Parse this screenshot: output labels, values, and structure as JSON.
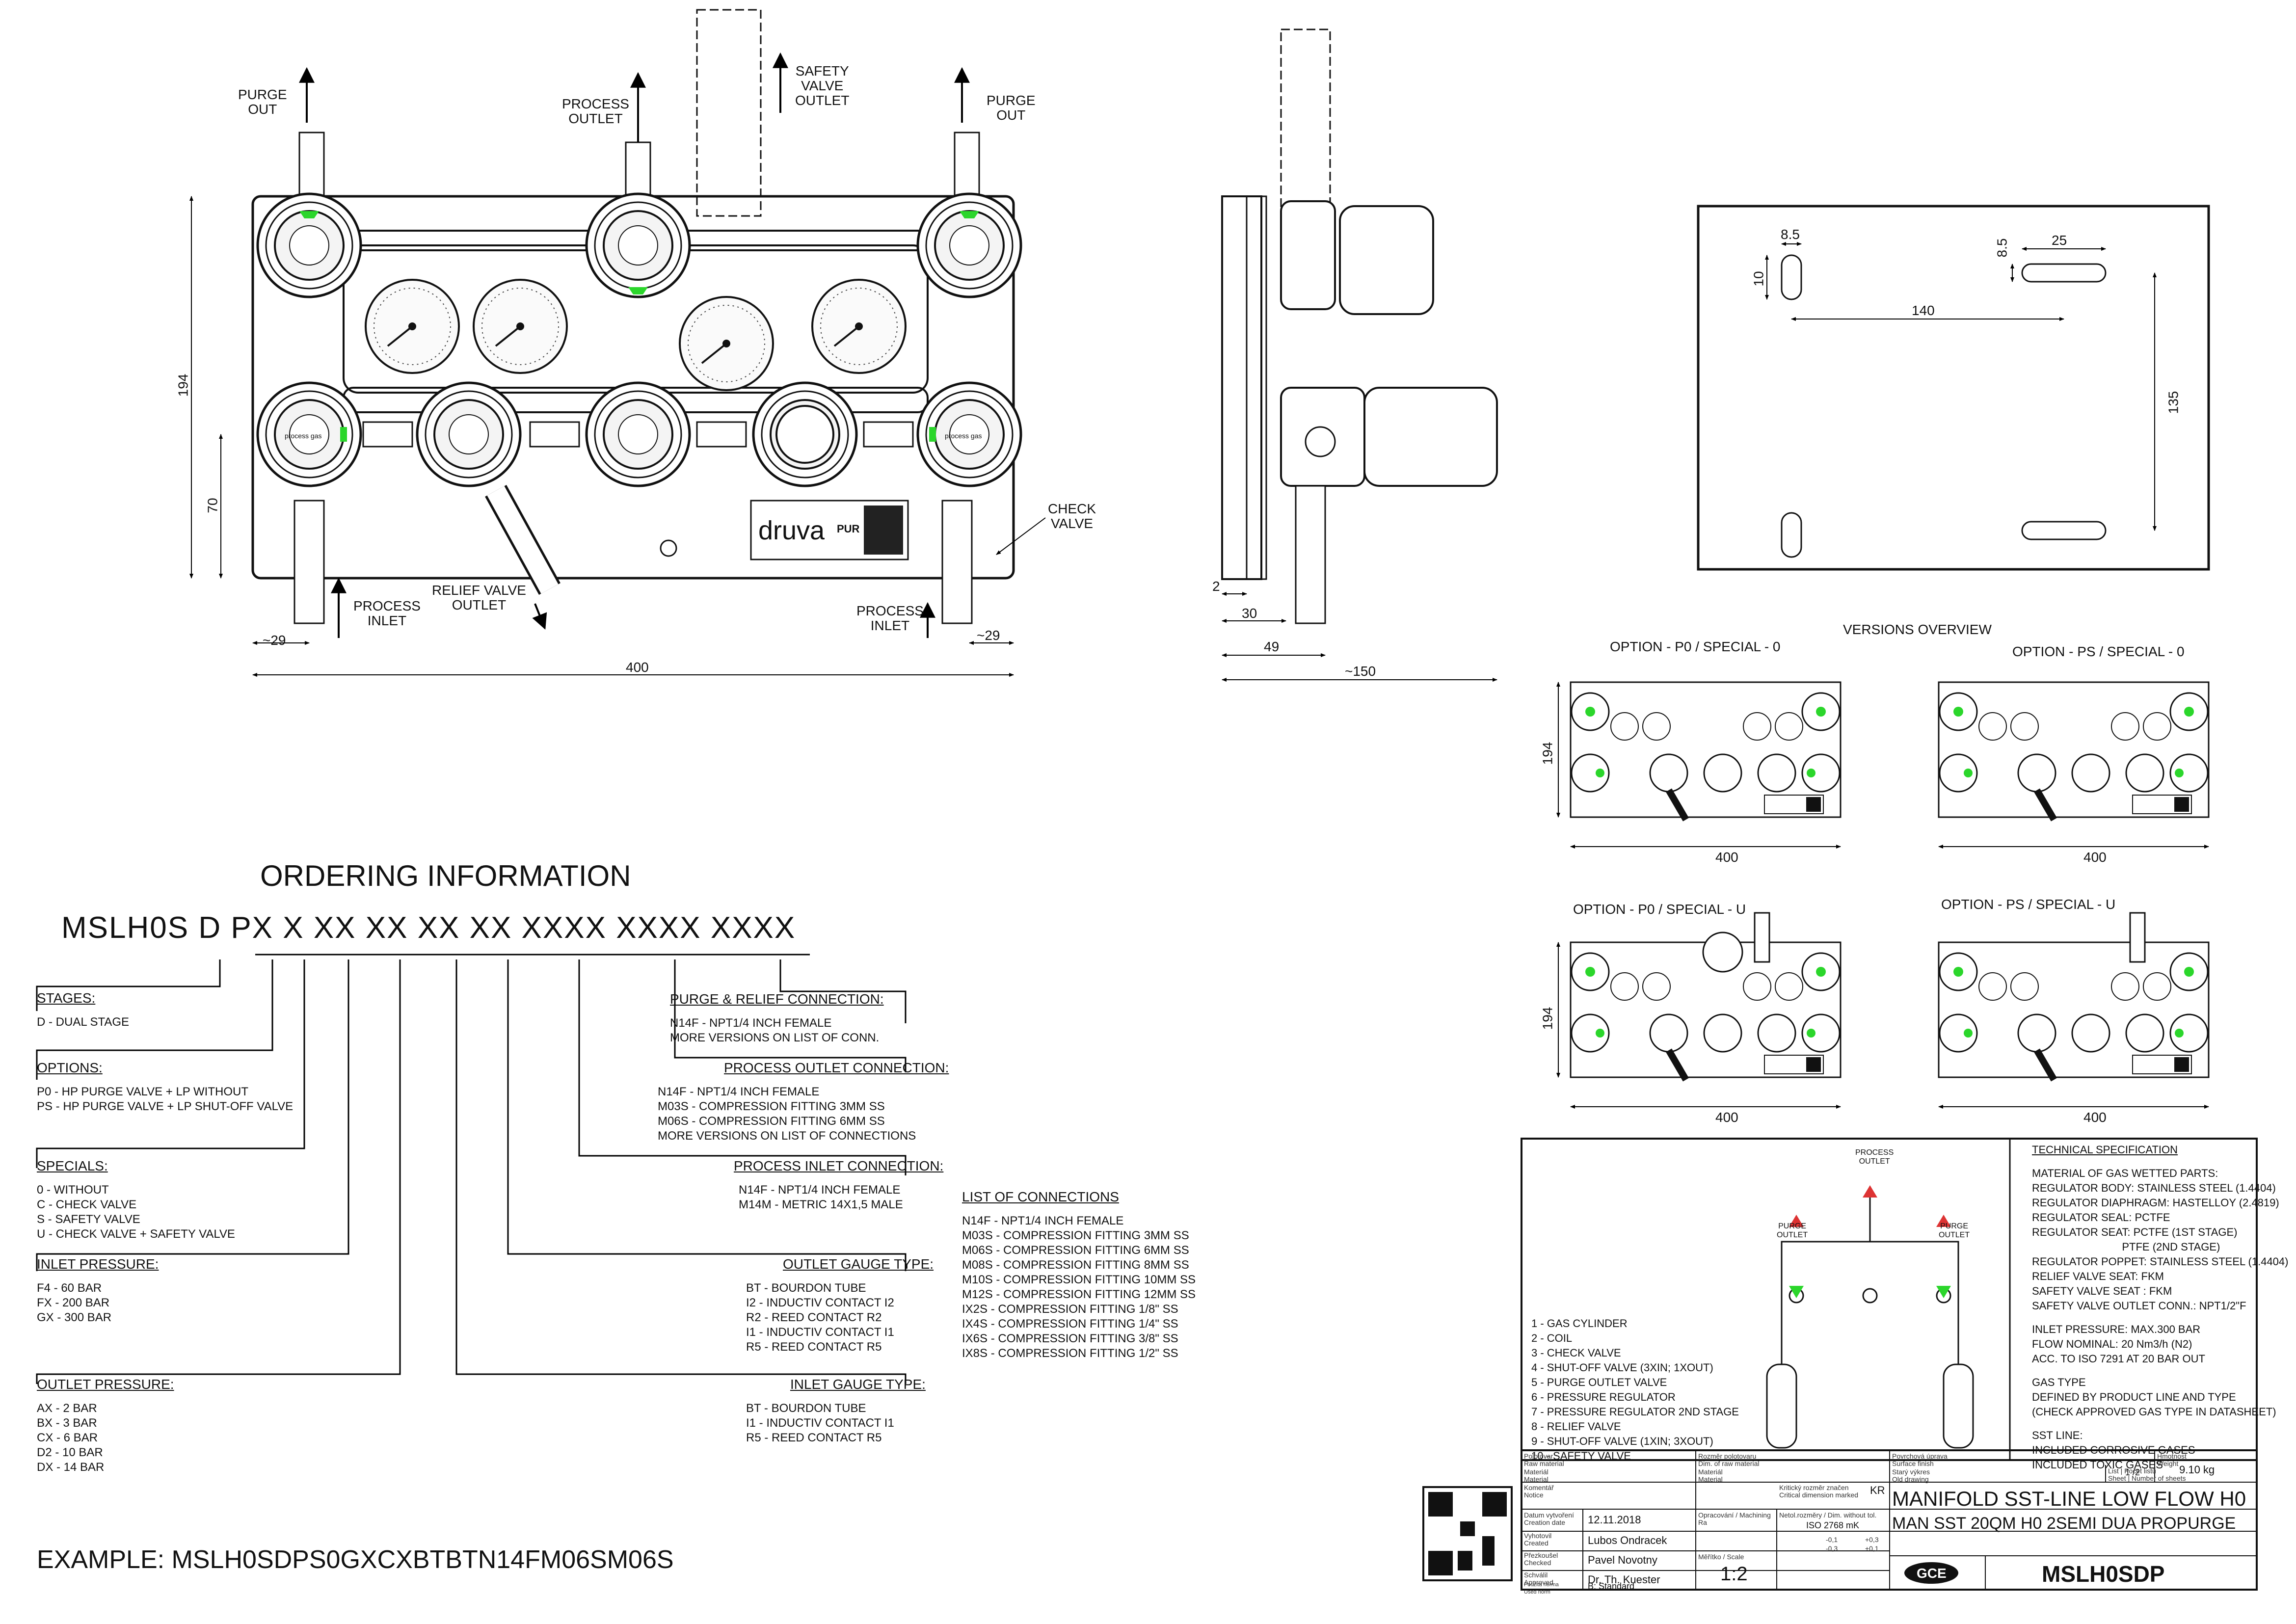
{
  "front_view": {
    "purge_out_left": "PURGE\nOUT",
    "process_outlet": "PROCESS\nOUTLET",
    "safety_valve_outlet": "SAFETY\nVALVE\nOUTLET",
    "purge_out_right": "PURGE\nOUT",
    "check_valve": "CHECK\nVALVE",
    "process_inlet_left": "PROCESS\nINLET",
    "relief_valve_outlet": "RELIEF VALVE\nOUTLET",
    "process_inlet_right": "PROCESS\nINLET",
    "dim_height": "194",
    "dim_70": "70",
    "dim_29_left": "~29",
    "dim_29_right": "~29",
    "dim_width": "400",
    "panel_text": "process gas",
    "brand": "druva",
    "brand_pur": "PUR"
  },
  "side_view": {
    "dim_2": "2",
    "dim_30": "30",
    "dim_49": "49",
    "dim_150": "~150"
  },
  "rear_view": {
    "dim_8_5_a": "8.5",
    "dim_10": "10",
    "dim_8_5_b": "8.5",
    "dim_25": "25",
    "dim_140": "140",
    "dim_135": "135"
  },
  "versions": {
    "title": "VERSIONS OVERVIEW",
    "items": [
      {
        "label": "OPTION - P0 / SPECIAL - 0",
        "h": "194",
        "w": "400"
      },
      {
        "label": "OPTION - PS / SPECIAL - 0",
        "w": "400"
      },
      {
        "label": "OPTION - P0 / SPECIAL - U",
        "h": "194",
        "w": "400"
      },
      {
        "label": "OPTION - PS / SPECIAL - U",
        "w": "400"
      }
    ]
  },
  "ordering": {
    "title": "ORDERING INFORMATION",
    "code": "MSLH0S D PX X XX XX XX XX XXXX XXXX XXXX",
    "stages": {
      "head": "STAGES:",
      "lines": [
        "D - DUAL STAGE"
      ]
    },
    "options": {
      "head": "OPTIONS:",
      "lines": [
        "P0 - HP PURGE VALVE + LP WITHOUT",
        "PS - HP PURGE VALVE + LP SHUT-OFF VALVE"
      ]
    },
    "specials": {
      "head": "SPECIALS:",
      "lines": [
        "0 - WITHOUT",
        "C - CHECK VALVE",
        "S - SAFETY VALVE",
        "U - CHECK VALVE + SAFETY VALVE"
      ]
    },
    "inlet_pressure": {
      "head": "INLET PRESSURE:",
      "lines": [
        "F4 - 60 BAR",
        "FX - 200 BAR",
        "GX - 300 BAR"
      ]
    },
    "outlet_pressure": {
      "head": "OUTLET PRESSURE:",
      "lines": [
        "AX - 2 BAR",
        "BX - 3 BAR",
        "CX - 6 BAR",
        "D2 - 10 BAR",
        "DX - 14 BAR"
      ]
    },
    "purge_relief": {
      "head": "PURGE & RELIEF CONNECTION:",
      "lines": [
        "N14F - NPT1/4 INCH FEMALE",
        "MORE VERSIONS ON LIST OF CONN."
      ]
    },
    "process_outlet_conn": {
      "head": "PROCESS OUTLET CONNECTION:",
      "lines": [
        "N14F - NPT1/4 INCH FEMALE",
        "M03S - COMPRESSION FITTING 3MM SS",
        "M06S - COMPRESSION FITTING 6MM SS",
        "MORE VERSIONS ON LIST OF CONNECTIONS"
      ]
    },
    "process_inlet_conn": {
      "head": "PROCESS INLET CONNECTION:",
      "lines": [
        "N14F - NPT1/4 INCH FEMALE",
        "M14M - METRIC 14X1,5 MALE"
      ]
    },
    "outlet_gauge": {
      "head": "OUTLET GAUGE TYPE:",
      "lines": [
        "BT - BOURDON TUBE",
        "I2 - INDUCTIV CONTACT I2",
        "R2 - REED CONTACT R2",
        "I1 - INDUCTIV CONTACT I1",
        "R5 - REED CONTACT R5"
      ]
    },
    "inlet_gauge": {
      "head": "INLET GAUGE TYPE:",
      "lines": [
        "BT - BOURDON TUBE",
        "I1 - INDUCTIV CONTACT I1",
        "R5 - REED CONTACT R5"
      ]
    },
    "connections": {
      "head": "LIST OF CONNECTIONS",
      "lines": [
        "N14F - NPT1/4 INCH FEMALE",
        "M03S - COMPRESSION FITTING 3MM SS",
        "M06S - COMPRESSION FITTING 6MM SS",
        "M08S - COMPRESSION FITTING 8MM SS",
        "M10S - COMPRESSION FITTING 10MM SS",
        "M12S - COMPRESSION FITTING 12MM SS",
        "IX2S - COMPRESSION FITTING 1/8\" SS",
        "IX4S - COMPRESSION FITTING 1/4\" SS",
        "IX6S - COMPRESSION FITTING 3/8\" SS",
        "IX8S - COMPRESSION FITTING 1/2\" SS"
      ]
    },
    "example": "EXAMPLE: MSLH0SDPS0GXCXBTBTN14FM06SM06S"
  },
  "schematic": {
    "legend": [
      "1 - GAS CYLINDER",
      "2 - COIL",
      "3 - CHECK VALVE",
      "4 - SHUT-OFF VALVE (3XIN; 1XOUT)",
      "5 - PURGE OUTLET VALVE",
      "6 - PRESSURE REGULATOR",
      "7 - PRESSURE REGULATOR 2ND STAGE",
      "8 - RELIEF VALVE",
      "9 - SHUT-OFF VALVE (1XIN; 3XOUT)",
      "10 - SAFETY VALVE"
    ],
    "purge_outlet_l": "PURGE\nOUTLET",
    "process_outlet": "PROCESS\nOUTLET",
    "purge_outlet_r": "PURGE\nOUTLET"
  },
  "tech_spec": {
    "head": "TECHNICAL SPECIFICATION",
    "lines": [
      "MATERIAL OF GAS WETTED PARTS:",
      "REGULATOR BODY: STAINLESS STEEL (1.4404)",
      "REGULATOR DIAPHRAGM: HASTELLOY (2.4819)",
      "REGULATOR SEAL: PCTFE",
      "REGULATOR SEAT: PCTFE (1ST STAGE)",
      "                              PTFE (2ND STAGE)",
      "REGULATOR POPPET: STAINLESS STEEL (1.4404)",
      "RELIEF VALVE SEAT: FKM",
      "SAFETY VALVE SEAT : FKM",
      "SAFETY VALVE  OUTLET CONN.: NPT1/2\"F",
      "",
      "INLET PRESSURE: MAX.300 BAR",
      "FLOW NOMINAL: 20 Nm3/h (N2)",
      "ACC. TO ISO 7291 AT 20 BAR OUT",
      "",
      "GAS TYPE",
      "DEFINED BY PRODUCT LINE AND TYPE",
      "(CHECK APPROVED GAS TYPE IN DATASHEET)",
      "",
      "SST LINE:",
      "INCLUDED CORROSIVE GASES",
      "INCLUDED TOXIC GASES"
    ]
  },
  "title_block": {
    "polotovar": "Polotovar\nRaw material",
    "rozmer": "Rozměr polotovaru\nDim. of raw material",
    "material": "Materiál\nMaterial",
    "material2": "Materiál\nMaterial",
    "povrch": "Povrchová úprava\nSurface finish",
    "stary": "Starý výkres\nOld drawing",
    "hmotnost": "Hmotnost\nWeight",
    "weight": "9.10 kg",
    "kr": "KR",
    "kriticky": "Kritický rozměr značen\nCritical dimension marked",
    "komentar": "Komentář\nNotice",
    "list": "List | Počet listů\nSheet | Number of sheets",
    "sheet": "1 /2",
    "datum_label": "Datum vytvoření\nCreation date",
    "date": "12.11.2018",
    "opracovani": "Opracování / Machining\nRa",
    "netol": "Netol.rozměry / Dim. without tol.",
    "iso": "ISO 2768 mK",
    "vyhotovil_label": "Vyhotovil\nCreated",
    "created_by": "Lubos Ondracek",
    "prezkousel_label": "Přezkoušel\nChecked",
    "checked_by": "Pavel Novotny",
    "schvalil_label": "Schválil\nApproved",
    "approved_by": "Dr. Th. Kuester",
    "norma_label": "Použitá norma\nUsed norm",
    "norm": "B: Standard",
    "meritko": "Měřítko / Scale",
    "scale": "1:2",
    "tol_a": "-0,1",
    "tol_b": "-0,3",
    "tol_c": "+0,3",
    "tol_d": "+0,1",
    "title1": "MANIFOLD SST-LINE LOW FLOW H0",
    "title2": "MAN SST 20QM H0 2SEMI DUA PROPURGE",
    "logo": "GCE",
    "part_no": "MSLH0SDP"
  }
}
